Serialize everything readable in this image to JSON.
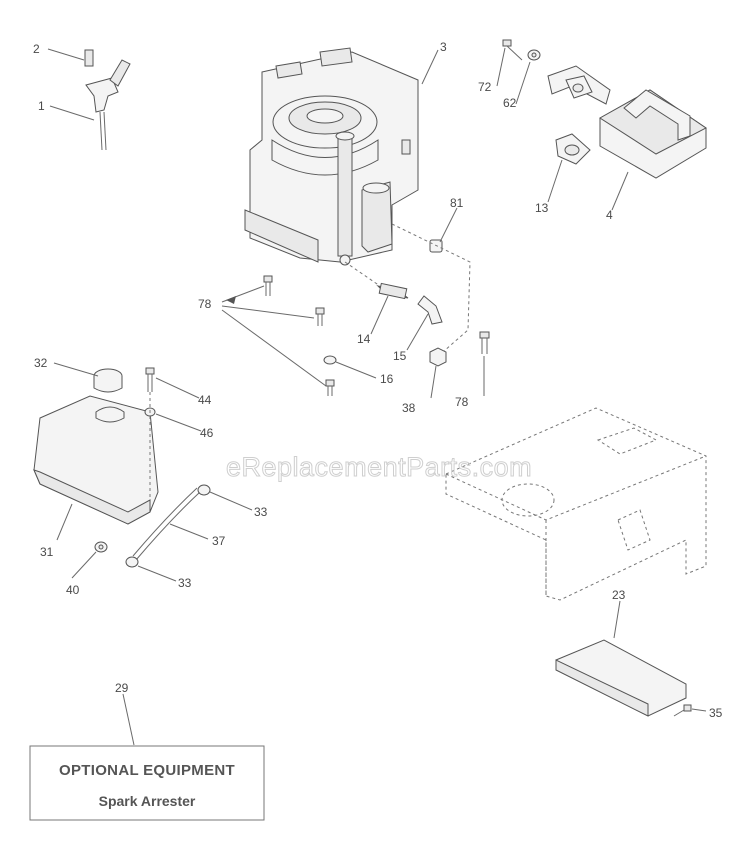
{
  "watermark": "eReplacementParts.com",
  "optional_box": {
    "title": "OPTIONAL EQUIPMENT",
    "subtitle": "Spark Arrester"
  },
  "callouts": [
    {
      "id": "c1",
      "label": "1"
    },
    {
      "id": "c2",
      "label": "2"
    },
    {
      "id": "c3",
      "label": "3"
    },
    {
      "id": "c4",
      "label": "4"
    },
    {
      "id": "c13",
      "label": "13"
    },
    {
      "id": "c14",
      "label": "14"
    },
    {
      "id": "c15",
      "label": "15"
    },
    {
      "id": "c16",
      "label": "16"
    },
    {
      "id": "c23",
      "label": "23"
    },
    {
      "id": "c29",
      "label": "29"
    },
    {
      "id": "c31",
      "label": "31"
    },
    {
      "id": "c32",
      "label": "32"
    },
    {
      "id": "c33a",
      "label": "33"
    },
    {
      "id": "c33b",
      "label": "33"
    },
    {
      "id": "c35",
      "label": "35"
    },
    {
      "id": "c37",
      "label": "37"
    },
    {
      "id": "c38",
      "label": "38"
    },
    {
      "id": "c40",
      "label": "40"
    },
    {
      "id": "c44",
      "label": "44"
    },
    {
      "id": "c46",
      "label": "46"
    },
    {
      "id": "c62",
      "label": "62"
    },
    {
      "id": "c72",
      "label": "72"
    },
    {
      "id": "c78a",
      "label": "78"
    },
    {
      "id": "c78b",
      "label": "78"
    },
    {
      "id": "c81",
      "label": "81"
    }
  ]
}
